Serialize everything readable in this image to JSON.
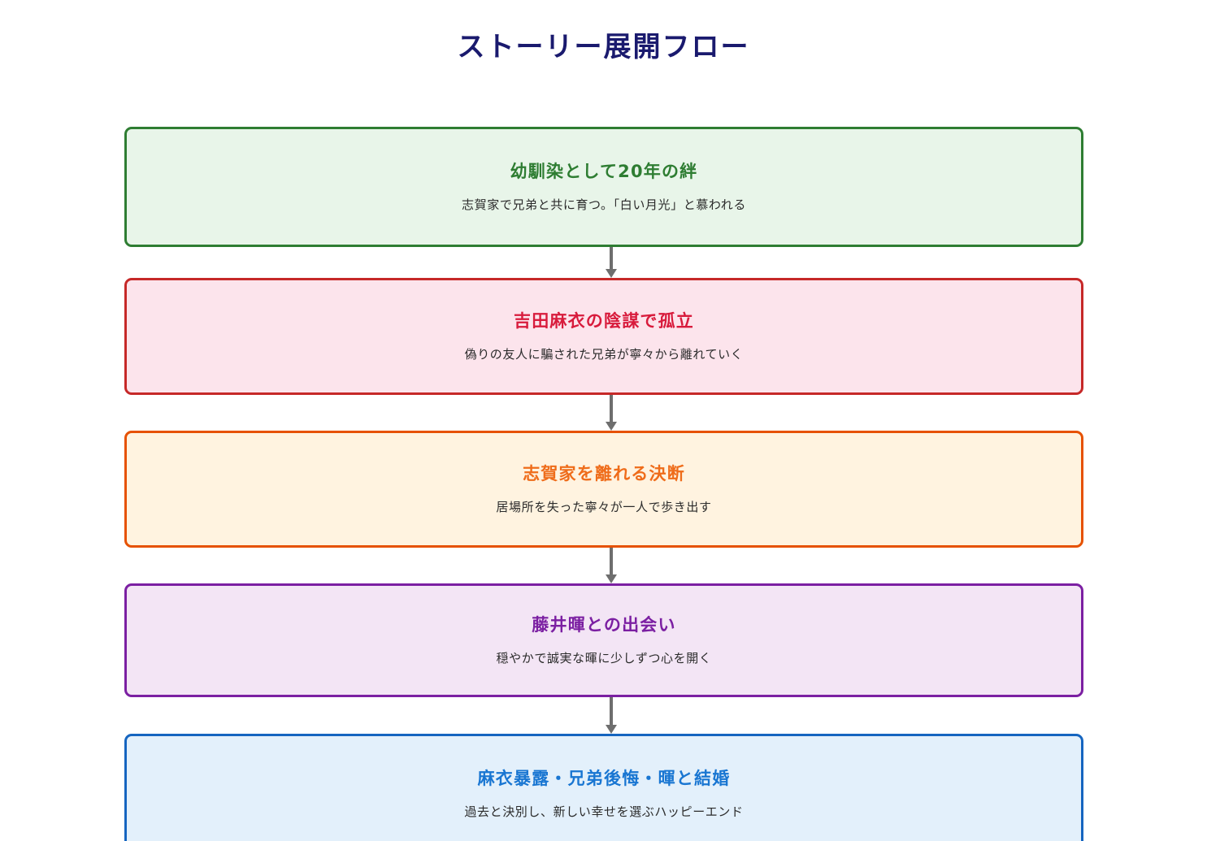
{
  "page": {
    "title": "ストーリー展開フロー",
    "title_color": "#1a1a6e",
    "background": "#ffffff"
  },
  "flow": {
    "arrow_color": "#6e6e6e",
    "nodes": [
      {
        "id": "node-1",
        "title": "幼馴染として20年の絆",
        "desc": "志賀家で兄弟と共に育つ。「白い月光」と慕われる",
        "border_color": "#2e7d32",
        "fill_color": "#e8f5e9",
        "title_color": "#2e7d32"
      },
      {
        "id": "node-2",
        "title": "吉田麻衣の陰謀で孤立",
        "desc": "偽りの友人に騙された兄弟が寧々から離れていく",
        "border_color": "#c62828",
        "fill_color": "#fce4ec",
        "title_color": "#d81b3c"
      },
      {
        "id": "node-3",
        "title": "志賀家を離れる決断",
        "desc": "居場所を失った寧々が一人で歩き出す",
        "border_color": "#e65100",
        "fill_color": "#fff3e0",
        "title_color": "#ef6c1a"
      },
      {
        "id": "node-4",
        "title": "藤井暉との出会い",
        "desc": "穏やかで誠実な暉に少しずつ心を開く",
        "border_color": "#7b1fa2",
        "fill_color": "#f3e5f5",
        "title_color": "#7b1fa2"
      },
      {
        "id": "node-5",
        "title": "麻衣暴露・兄弟後悔・暉と結婚",
        "desc": "過去と決別し、新しい幸せを選ぶハッピーエンド",
        "border_color": "#1565c0",
        "fill_color": "#e3f0fb",
        "title_color": "#1976d2"
      }
    ],
    "arrows": [
      {
        "from": "node-1",
        "to": "node-2"
      },
      {
        "from": "node-2",
        "to": "node-3"
      },
      {
        "from": "node-3",
        "to": "node-4"
      },
      {
        "from": "node-4",
        "to": "node-5"
      }
    ]
  }
}
